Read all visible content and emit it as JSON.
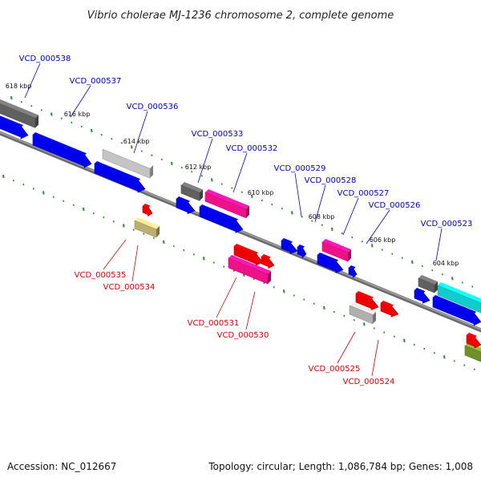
{
  "title": "Vibrio cholerae MJ-1236 chromosome 2, complete genome",
  "footer": {
    "accession": "Accession: NC_012667",
    "summary": "Topology: circular; Length: 1,086,784 bp; Genes: 1,008"
  },
  "colors": {
    "backbone": "#808080",
    "tick": "#2a8c2a",
    "upper_label": "#0000cc",
    "lower_label": "#dd0000",
    "blue": "#0000ee",
    "red": "#ee0000",
    "magenta": "#ee1188",
    "cyan": "#11cccc",
    "gray_light": "#c4c4c4",
    "gray_mid": "#b0b0b0",
    "gray_dark": "#606060",
    "khaki": "#bbb070",
    "olive": "#6f8f2a"
  },
  "scale_labels": [
    "618 kbp",
    "616 kbp",
    "614 kbp",
    "612 kbp",
    "610 kbp",
    "608 kbp",
    "606 kbp",
    "604 kbp"
  ],
  "upper_genes": [
    "VCD_000538",
    "VCD_000537",
    "VCD_000536",
    "VCD_000533",
    "VCD_000532",
    "VCD_000529",
    "VCD_000528",
    "VCD_000527",
    "VCD_000526",
    "VCD_000523"
  ],
  "lower_genes": [
    "VCD_000535",
    "VCD_000534",
    "VCD_000531",
    "VCD_000530",
    "VCD_000525",
    "VCD_000524"
  ]
}
